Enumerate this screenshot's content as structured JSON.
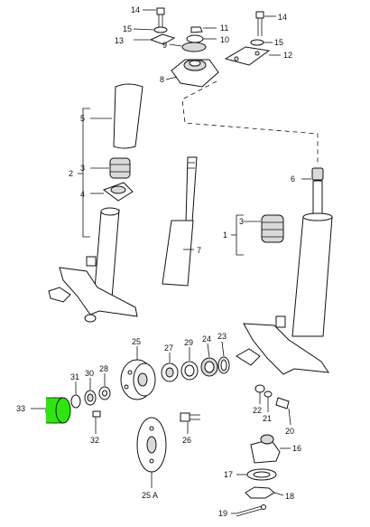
{
  "labels": {
    "n14a": "14",
    "n14b": "14",
    "n11": "11",
    "n10": "10",
    "n15a": "15",
    "n15b": "15",
    "n13": "13",
    "n9": "9",
    "n12": "12",
    "n8": "8",
    "n5": "5",
    "n2": "2",
    "n3a": "3",
    "n4": "4",
    "n7": "7",
    "n6": "6",
    "n3b": "3",
    "n1": "1",
    "n25": "25",
    "n27": "27",
    "n29": "29",
    "n24": "24",
    "n23": "23",
    "n31": "31",
    "n30": "30",
    "n28": "28",
    "n33": "33",
    "n32": "32",
    "n26": "26",
    "n25a": "25 A",
    "n22": "22",
    "n21": "21",
    "n20": "20",
    "n16": "16",
    "n17": "17",
    "n18": "18",
    "n19": "19"
  },
  "highlight_color": "#2ee60f",
  "highlighted_part": "33"
}
